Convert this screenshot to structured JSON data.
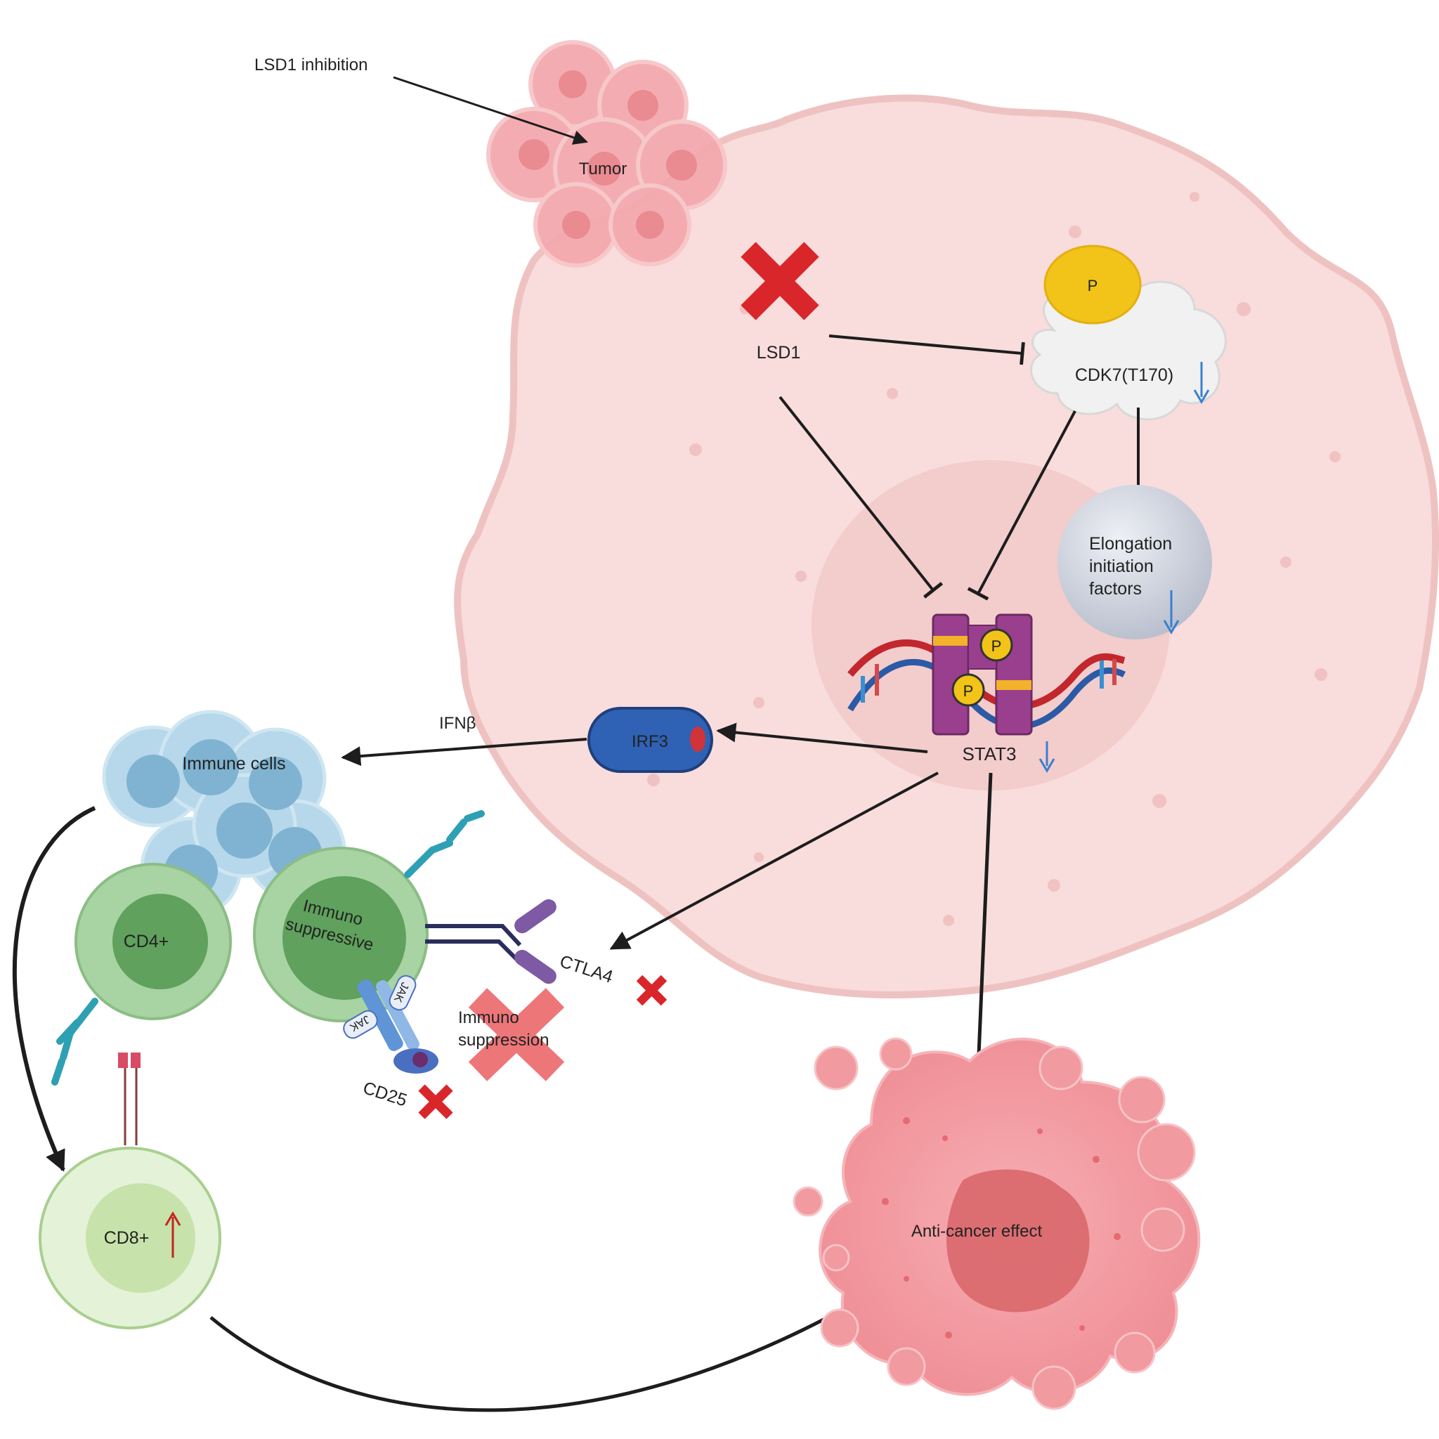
{
  "labels": {
    "lsd1_inhibition": "LSD1 inhibition",
    "tumor": "Tumor",
    "lsd1": "LSD1",
    "p_badge": "P",
    "cdk7": "CDK7(T170)",
    "elongation_line1": "Elongation",
    "elongation_line2": "initiation",
    "elongation_line3": "factors",
    "phospho": "P",
    "stat3": "STAT3",
    "ifnb": "IFNβ",
    "irf3": "IRF3",
    "immune_cells": "Immune cells",
    "cd4": "CD4+",
    "immunosuppressive_line1": "Immuno",
    "immunosuppressive_line2": "suppressive",
    "ctla4": "CTLA4",
    "immunosuppression_line1": "Immuno",
    "immunosuppression_line2": "suppression",
    "jak": "JAK",
    "cd25": "CD25",
    "cd8": "CD8+",
    "anticancer": "Anti-cancer effect"
  },
  "colors": {
    "cell_fill": "#f9dcdc",
    "cell_stroke": "#efc0c0",
    "nucleus_fill": "#f1c8c8",
    "inhibit_x": "#d9262a",
    "phosphate": "#f2c318",
    "cdk7_cloud": "#f1f1f1",
    "elongation_fill": "#c9cedb",
    "down_arrow": "#3b7fd0",
    "up_arrow": "#c0281e",
    "stat3_purple": "#9a3f8e",
    "irf3_blue": "#2f62b5",
    "immune_blue": "#a9cfe2",
    "tcell_green": "#a8d3a2",
    "cd8_green": "#d7ecc7",
    "receptor_teal": "#2ea0b4",
    "tumor_pink": "#f08f96",
    "tumor_core": "#d9676c"
  },
  "icons": {
    "inhibition_mark": "x-mark-icon",
    "down_regulation": "down-arrow-icon",
    "up_regulation": "up-arrow-icon",
    "phosphate": "phosphate-icon",
    "dna": "dna-helix-icon"
  }
}
